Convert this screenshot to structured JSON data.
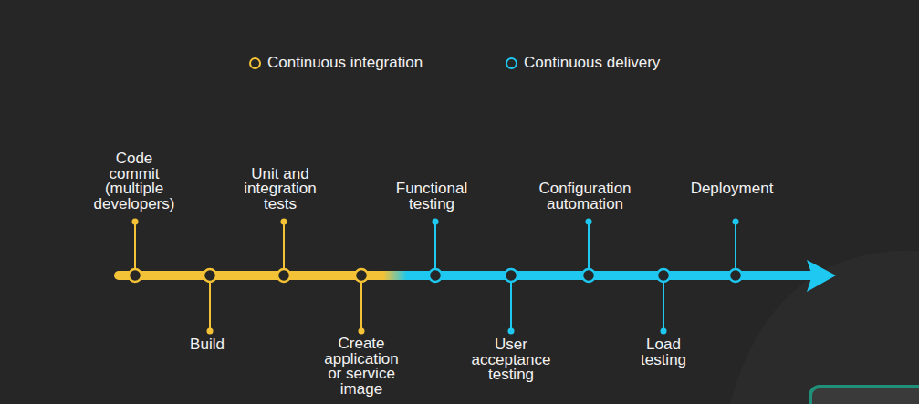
{
  "diagram": {
    "labels": [
      "Code commit (multiple developers)",
      "Build",
      "Unit and integration tests",
      "Create application or service image",
      "Functional testing",
      "User acceptance testing",
      "Configuration automation",
      "Load testing",
      "Deployment"
    ],
    "legend": [
      {
        "text": "Continuous integration",
        "color": "#f4c236"
      },
      {
        "text": "Continuous delivery",
        "color": "#1ec8f0"
      }
    ]
  }
}
